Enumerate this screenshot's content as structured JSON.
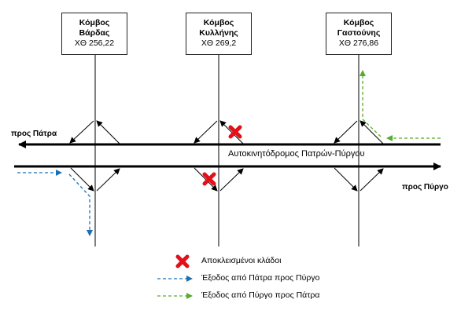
{
  "nodes": [
    {
      "name_line1": "Κόμβος",
      "name_line2": "Βάρδας",
      "km": "ΧΘ 256,22"
    },
    {
      "name_line1": "Κόμβος",
      "name_line2": "Κυλλήνης",
      "km": "ΧΘ 269,2"
    },
    {
      "name_line1": "Κόμβος",
      "name_line2": "Γαστούνης",
      "km": "ΧΘ 276,86"
    }
  ],
  "directions": {
    "to_patra": "προς Πάτρα",
    "to_pyrgos": "προς Πύργο"
  },
  "highway_label": "Αυτοκινητόδρομος Πατρών-Πύργου",
  "legend": {
    "closed_ramps": "Αποκλεισμένοι κλάδοι",
    "exit_patra_to_pyrgos": "Έξοδος από Πάτρα προς Πύργο",
    "exit_pyrgos_to_patra": "Έξοδος από Πύργο προς Πάτρα"
  },
  "colors": {
    "closed_mark": "#e3101a",
    "blue_route": "#1a6fb5",
    "green_route": "#5aaa2e"
  }
}
